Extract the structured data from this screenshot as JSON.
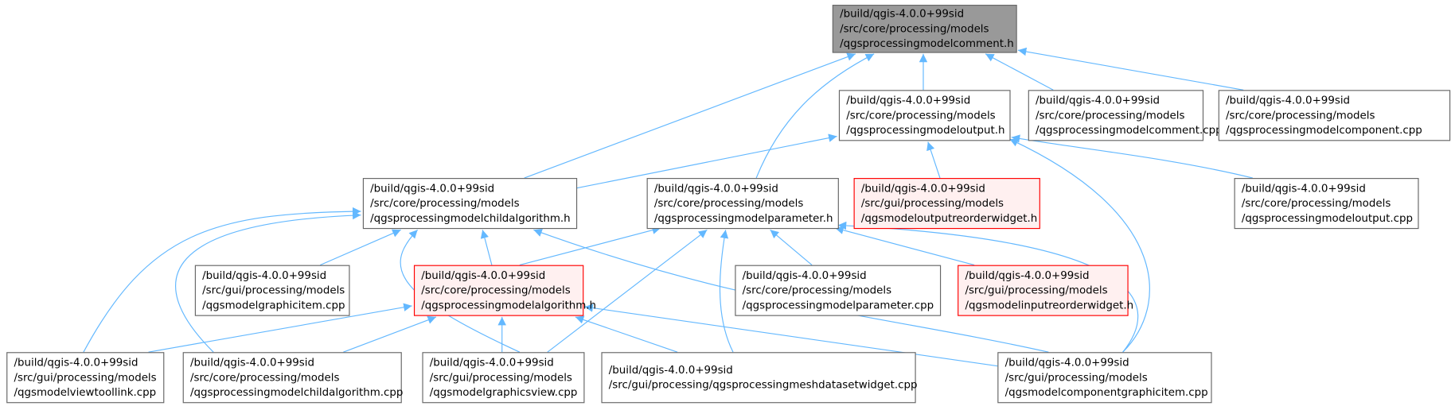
{
  "colors": {
    "edge": "#63b8ff",
    "root_fill": "#999999",
    "highlight_fill": "#fff0f0",
    "highlight_border": "#ff0000",
    "default_fill": "#ffffff",
    "default_border": "#666666"
  },
  "nodes": [
    {
      "id": "root",
      "style": "root",
      "lines": [
        "/build/qgis-4.0.0+99sid",
        "/src/core/processing/models",
        "/qgsprocessingmodelcomment.h"
      ]
    },
    {
      "id": "output_h",
      "style": "default",
      "lines": [
        "/build/qgis-4.0.0+99sid",
        "/src/core/processing/models",
        "/qgsprocessingmodeloutput.h"
      ]
    },
    {
      "id": "comment_cpp",
      "style": "default",
      "lines": [
        "/build/qgis-4.0.0+99sid",
        "/src/core/processing/models",
        "/qgsprocessingmodelcomment.cpp"
      ]
    },
    {
      "id": "component_cpp",
      "style": "default",
      "lines": [
        "/build/qgis-4.0.0+99sid",
        "/src/core/processing/models",
        "/qgsprocessingmodelcomponent.cpp"
      ]
    },
    {
      "id": "childalg_h",
      "style": "default",
      "lines": [
        "/build/qgis-4.0.0+99sid",
        "/src/core/processing/models",
        "/qgsprocessingmodelchildalgorithm.h"
      ]
    },
    {
      "id": "parameter_h",
      "style": "default",
      "lines": [
        "/build/qgis-4.0.0+99sid",
        "/src/core/processing/models",
        "/qgsprocessingmodelparameter.h"
      ]
    },
    {
      "id": "outputreorder_h",
      "style": "highlight",
      "lines": [
        "/build/qgis-4.0.0+99sid",
        "/src/gui/processing/models",
        "/qgsmodeloutputreorderwidget.h"
      ]
    },
    {
      "id": "output_cpp",
      "style": "default",
      "lines": [
        "/build/qgis-4.0.0+99sid",
        "/src/core/processing/models",
        "/qgsprocessingmodeloutput.cpp"
      ]
    },
    {
      "id": "graphicitem_cpp",
      "style": "default",
      "lines": [
        "/build/qgis-4.0.0+99sid",
        "/src/gui/processing/models",
        "/qgsmodelgraphicitem.cpp"
      ]
    },
    {
      "id": "algorithm_h",
      "style": "highlight",
      "lines": [
        "/build/qgis-4.0.0+99sid",
        "/src/core/processing/models",
        "/qgsprocessingmodelalgorithm.h"
      ]
    },
    {
      "id": "parameter_cpp",
      "style": "default",
      "lines": [
        "/build/qgis-4.0.0+99sid",
        "/src/core/processing/models",
        "/qgsprocessingmodelparameter.cpp"
      ]
    },
    {
      "id": "inputreorder_h",
      "style": "highlight",
      "lines": [
        "/build/qgis-4.0.0+99sid",
        "/src/gui/processing/models",
        "/qgsmodelinputreorderwidget.h"
      ]
    },
    {
      "id": "viewtoollink_cpp",
      "style": "default",
      "lines": [
        "/build/qgis-4.0.0+99sid",
        "/src/gui/processing/models",
        "/qgsmodelviewtoollink.cpp"
      ]
    },
    {
      "id": "childalg_cpp",
      "style": "default",
      "lines": [
        "/build/qgis-4.0.0+99sid",
        "/src/core/processing/models",
        "/qgsprocessingmodelchildalgorithm.cpp"
      ]
    },
    {
      "id": "graphicsview_cpp",
      "style": "default",
      "lines": [
        "/build/qgis-4.0.0+99sid",
        "/src/gui/processing/models",
        "/qgsmodelgraphicsview.cpp"
      ]
    },
    {
      "id": "meshdataset_cpp",
      "style": "default",
      "lines": [
        "/build/qgis-4.0.0+99sid",
        "/src/gui/processing/qgsprocessingmeshdatasetwidget.cpp"
      ]
    },
    {
      "id": "componentgraphicitem_cpp",
      "style": "default",
      "lines": [
        "/build/qgis-4.0.0+99sid",
        "/src/gui/processing/models",
        "/qgsmodelcomponentgraphicitem.cpp"
      ]
    }
  ],
  "edges": [
    [
      "output_h",
      "root"
    ],
    [
      "comment_cpp",
      "root"
    ],
    [
      "component_cpp",
      "root"
    ],
    [
      "childalg_h",
      "root"
    ],
    [
      "parameter_h",
      "root"
    ],
    [
      "childalg_h",
      "output_h"
    ],
    [
      "outputreorder_h",
      "output_h"
    ],
    [
      "output_cpp",
      "output_h"
    ],
    [
      "componentgraphicitem_cpp",
      "output_h"
    ],
    [
      "graphicitem_cpp",
      "childalg_h"
    ],
    [
      "algorithm_h",
      "childalg_h"
    ],
    [
      "viewtoollink_cpp",
      "childalg_h"
    ],
    [
      "childalg_cpp",
      "childalg_h"
    ],
    [
      "graphicsview_cpp",
      "childalg_h"
    ],
    [
      "componentgraphicitem_cpp",
      "childalg_h"
    ],
    [
      "algorithm_h",
      "parameter_h"
    ],
    [
      "graphicsview_cpp",
      "parameter_h"
    ],
    [
      "meshdataset_cpp",
      "parameter_h"
    ],
    [
      "parameter_cpp",
      "parameter_h"
    ],
    [
      "inputreorder_h",
      "parameter_h"
    ],
    [
      "componentgraphicitem_cpp",
      "parameter_h"
    ],
    [
      "viewtoollink_cpp",
      "algorithm_h"
    ],
    [
      "childalg_cpp",
      "algorithm_h"
    ],
    [
      "graphicsview_cpp",
      "algorithm_h"
    ],
    [
      "meshdataset_cpp",
      "algorithm_h"
    ],
    [
      "componentgraphicitem_cpp",
      "algorithm_h"
    ]
  ]
}
